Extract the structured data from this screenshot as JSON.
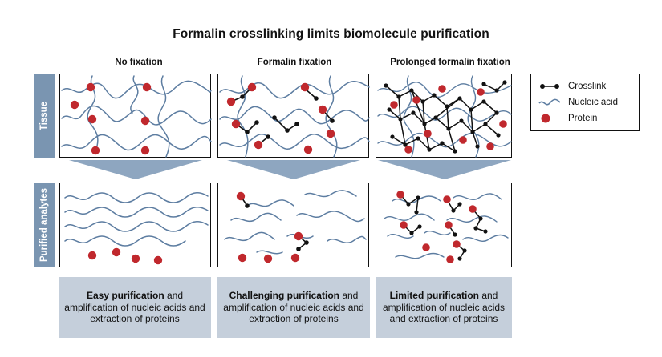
{
  "title": "Formalin crosslinking limits biomolecule purification",
  "columns": [
    {
      "heading": "No fixation"
    },
    {
      "heading": "Formalin fixation"
    },
    {
      "heading": "Prolonged formalin fixation"
    }
  ],
  "rows": {
    "tissue": "Tissue",
    "purified": "Purified analytes"
  },
  "captions": [
    {
      "bold": "Easy purification",
      "rest": " and amplification of nucleic acids and extraction of proteins"
    },
    {
      "bold": "Challenging purification",
      "rest": " and amplification of nucleic acids and extraction of proteins"
    },
    {
      "bold": "Limited purification",
      "rest": " and amplification of nucleic acids and extraction of proteins"
    }
  ],
  "legend": {
    "crosslink": "Crosslink",
    "nucleic_acid": "Nucleic acid",
    "protein": "Protein"
  },
  "colors": {
    "protein": "#c0282d",
    "nucleic_acid": "#5d7da1",
    "crosslink": "#111111",
    "tab": "#7a95b1",
    "caption_bg": "#c5cfdb",
    "arrow": "#8ea6c0"
  }
}
